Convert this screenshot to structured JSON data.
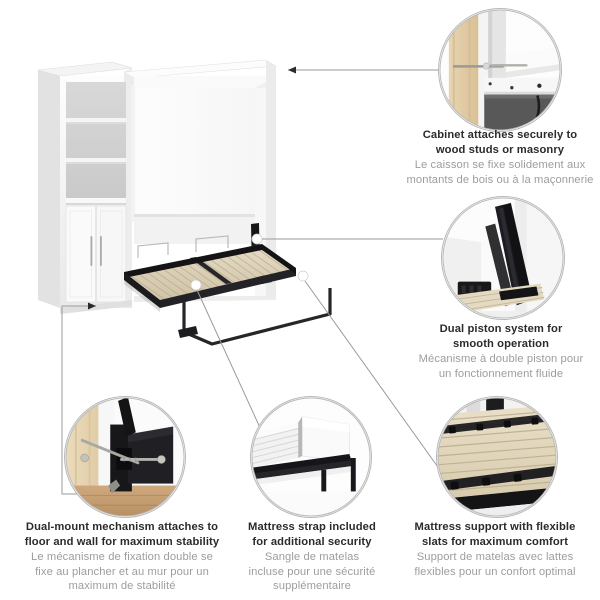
{
  "infographic": {
    "title": "Murphy bed with storage cabinet feature callouts",
    "accent_dark": "#2b2b2b",
    "accent_gray": "#9d9d9d",
    "leader_line_color": "#9a9a9a",
    "bubble_border_color": "#b9b9b9"
  },
  "callouts": [
    {
      "id": "cabinet-mounting",
      "en_line1": "Cabinet attaches securely to",
      "en_line2": "wood studs or masonry",
      "fr_line1": "Le caisson se fixe solidement aux",
      "fr_line2": "montants de bois ou à la maçonnerie",
      "image_name": "cabinet-wall-stud-screw-photo"
    },
    {
      "id": "dual-piston",
      "en_line1": "Dual piston system for",
      "en_line2": "smooth operation",
      "fr_line1": "Mécanisme à double piston pour",
      "fr_line2": "un fonctionnement fluide",
      "image_name": "dual-piston-mechanism-photo"
    },
    {
      "id": "dual-mount",
      "en_line1": "Dual-mount mechanism attaches to",
      "en_line2": "floor and wall for maximum stability",
      "fr_line1": "Le mécanisme de fixation double se",
      "fr_line2": "fixe au plancher et au mur pour un",
      "fr_line3": "maximum de stabilité",
      "image_name": "dual-mount-bracket-screws-photo"
    },
    {
      "id": "mattress-strap",
      "en_line1": "Mattress strap included",
      "en_line2": "for additional security",
      "fr_line1": "Sangle de matelas",
      "fr_line2": "incluse pour une sécurité",
      "fr_line3": "supplémentaire",
      "image_name": "mattress-strap-photo"
    },
    {
      "id": "flexible-slats",
      "en_line1": "Mattress support with flexible",
      "en_line2": "slats for maximum comfort",
      "fr_line1": "Support de matelas avec lattes",
      "fr_line2": "flexibles pour un confort optimal",
      "image_name": "flexible-wood-slats-photo"
    }
  ],
  "product": {
    "name": "queen-murphy-bed-with-bookcase",
    "bookcase": {
      "name": "storage-cabinet-bookcase",
      "open_shelves": 3,
      "doors": 2,
      "handle_style": "vertical-bar"
    },
    "bed": {
      "name": "murphy-bed-frame",
      "slat_material": "wood",
      "frame_color": "#1d1d1d",
      "cabinet_color": "#ffffff"
    }
  }
}
